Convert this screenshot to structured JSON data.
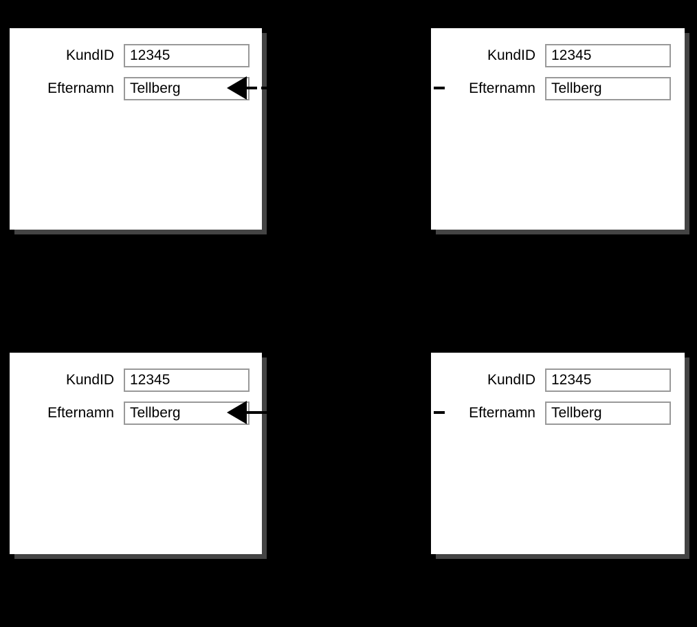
{
  "diagram": {
    "title": "Kund form panels with connector arrows",
    "background_color": "#000000",
    "panel_color": "#ffffff",
    "panel_shadow_color": "#444444",
    "input_border_color": "#999999",
    "connector_color": "#000000"
  },
  "labels": {
    "kundid": "KundID",
    "efternamn": "Efternamn"
  },
  "values": {
    "kundid": "12345",
    "efternamn": "Tellberg"
  },
  "panels": [
    {
      "id": "top-left",
      "position": "top-left",
      "connector": "arrow-right-pointing-left",
      "fields": [
        {
          "label": "KundID",
          "value": "12345"
        },
        {
          "label": "Efternamn",
          "value": "Tellberg"
        }
      ]
    },
    {
      "id": "top-right",
      "position": "top-right",
      "connector": "dash-left",
      "fields": [
        {
          "label": "KundID",
          "value": "12345"
        },
        {
          "label": "Efternamn",
          "value": "Tellberg"
        }
      ]
    },
    {
      "id": "bottom-left",
      "position": "bottom-left",
      "connector": "arrow-right-pointing-left",
      "fields": [
        {
          "label": "KundID",
          "value": "12345"
        },
        {
          "label": "Efternamn",
          "value": "Tellberg"
        }
      ]
    },
    {
      "id": "bottom-right",
      "position": "bottom-right",
      "connector": "dash-left",
      "fields": [
        {
          "label": "KundID",
          "value": "12345"
        },
        {
          "label": "Efternamn",
          "value": "Tellberg"
        }
      ]
    }
  ]
}
